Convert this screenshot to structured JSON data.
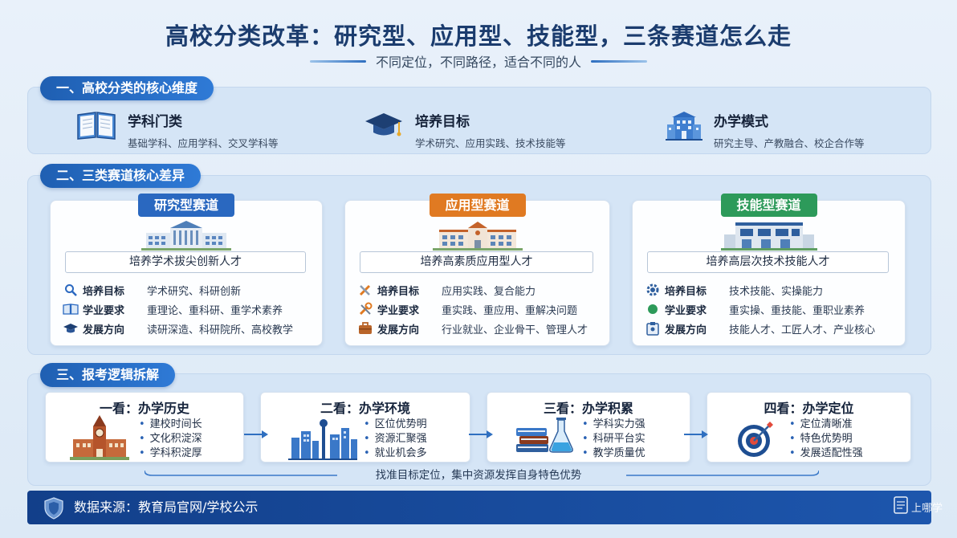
{
  "header": {
    "title": "高校分类改革：研究型、应用型、技能型，三条赛道怎么走",
    "subtitle": "不同定位，不同路径，适合不同的人"
  },
  "section1": {
    "label": "一、高校分类的核心维度",
    "items": [
      {
        "icon": "book-icon",
        "title": "学科门类",
        "desc": "基础学科、应用学科、交叉学科等"
      },
      {
        "icon": "graduation-cap-icon",
        "title": "培养目标",
        "desc": "学术研究、应用实践、技术技能等"
      },
      {
        "icon": "building-icon",
        "title": "办学模式",
        "desc": "研究主导、产教融合、校企合作等"
      }
    ]
  },
  "section2": {
    "label": "二、三类赛道核心差异",
    "cards": [
      {
        "badge": "研究型赛道",
        "badge_color": "#2a68c0",
        "goal": "培养学术拔尖创新人才",
        "rows": [
          {
            "icon": "magnifier-icon",
            "key": "培养目标",
            "value": "学术研究、科研创新"
          },
          {
            "icon": "open-book-icon",
            "key": "学业要求",
            "value": "重理论、重科研、重学术素养"
          },
          {
            "icon": "graduation-cap-icon",
            "key": "发展方向",
            "value": "读研深造、科研院所、高校教学"
          }
        ]
      },
      {
        "badge": "应用型赛道",
        "badge_color": "#e07a22",
        "goal": "培养高素质应用型人才",
        "rows": [
          {
            "icon": "tools-icon",
            "key": "培养目标",
            "value": "应用实践、复合能力"
          },
          {
            "icon": "wrench-icon",
            "key": "学业要求",
            "value": "重实践、重应用、重解决问题"
          },
          {
            "icon": "briefcase-icon",
            "key": "发展方向",
            "value": "行业就业、企业骨干、管理人才"
          }
        ]
      },
      {
        "badge": "技能型赛道",
        "badge_color": "#2d9a5a",
        "goal": "培养高层次技术技能人才",
        "rows": [
          {
            "icon": "gear-icon",
            "key": "培养目标",
            "value": "技术技能、实操能力"
          },
          {
            "icon": "dot-icon",
            "key": "学业要求",
            "value": "重实操、重技能、重职业素养"
          },
          {
            "icon": "clipboard-icon",
            "key": "发展方向",
            "value": "技能人才、工匠人才、产业核心"
          }
        ]
      }
    ]
  },
  "section3": {
    "label": "三、报考逻辑拆解",
    "steps": [
      {
        "icon": "clock-tower-icon",
        "title": "一看：办学历史",
        "points": [
          "建校时间长",
          "文化积淀深",
          "学科积淀厚"
        ]
      },
      {
        "icon": "city-skyline-icon",
        "title": "二看：办学环境",
        "points": [
          "区位优势明",
          "资源汇聚强",
          "就业机会多"
        ]
      },
      {
        "icon": "books-flask-icon",
        "title": "三看：办学积累",
        "points": [
          "学科实力强",
          "科研平台实",
          "教学质量优"
        ]
      },
      {
        "icon": "target-icon",
        "title": "四看：办学定位",
        "points": [
          "定位清晰准",
          "特色优势明",
          "发展适配性强"
        ]
      }
    ],
    "note": "找准目标定位，集中资源发挥自身特色优势"
  },
  "footer": {
    "source": "数据来源：教育局官网/学校公示",
    "watermark": "上哪学"
  },
  "colors": {
    "primary": "#1f5fb2",
    "research": "#2a68c0",
    "applied": "#e07a22",
    "skill": "#2d9a5a"
  }
}
